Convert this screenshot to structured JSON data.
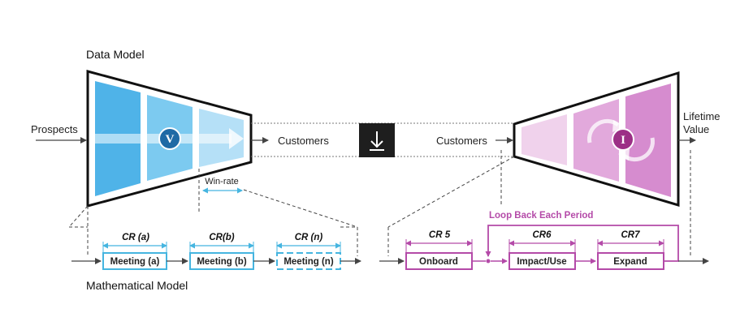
{
  "titles": {
    "data_model": "Data Model",
    "math_model": "Mathematical Model"
  },
  "labels": {
    "prospects": "Prospects",
    "customers_left": "Customers",
    "customers_right": "Customers",
    "lifetime_value": "Lifetime Value",
    "win_rate": "Win-rate",
    "loop_back": "Loop Back Each Period"
  },
  "icons": {
    "left_badge": "V",
    "right_badge": "I",
    "center": "download-arrow-icon"
  },
  "left_model": {
    "rates": [
      "CR (a)",
      "CR(b)",
      "CR (n)"
    ],
    "stages": [
      "Meeting (a)",
      "Meeting (b)",
      "Meeting (n)"
    ]
  },
  "right_model": {
    "rates": [
      "CR 5",
      "CR6",
      "CR7"
    ],
    "stages": [
      "Onboard",
      "Impact/Use",
      "Expand"
    ]
  },
  "colors": {
    "blue_dark": "#4fb3e8",
    "blue_mid": "#7ccaf0",
    "blue_light": "#b5e0f7",
    "blue_stroke": "#45b5e0",
    "pink_dark": "#d68ccf",
    "pink_mid": "#e2a9dc",
    "pink_light": "#f0d2ec",
    "magenta": "#b44aa8",
    "badge_left": "#1f6aa5",
    "badge_right": "#9c2f86"
  }
}
